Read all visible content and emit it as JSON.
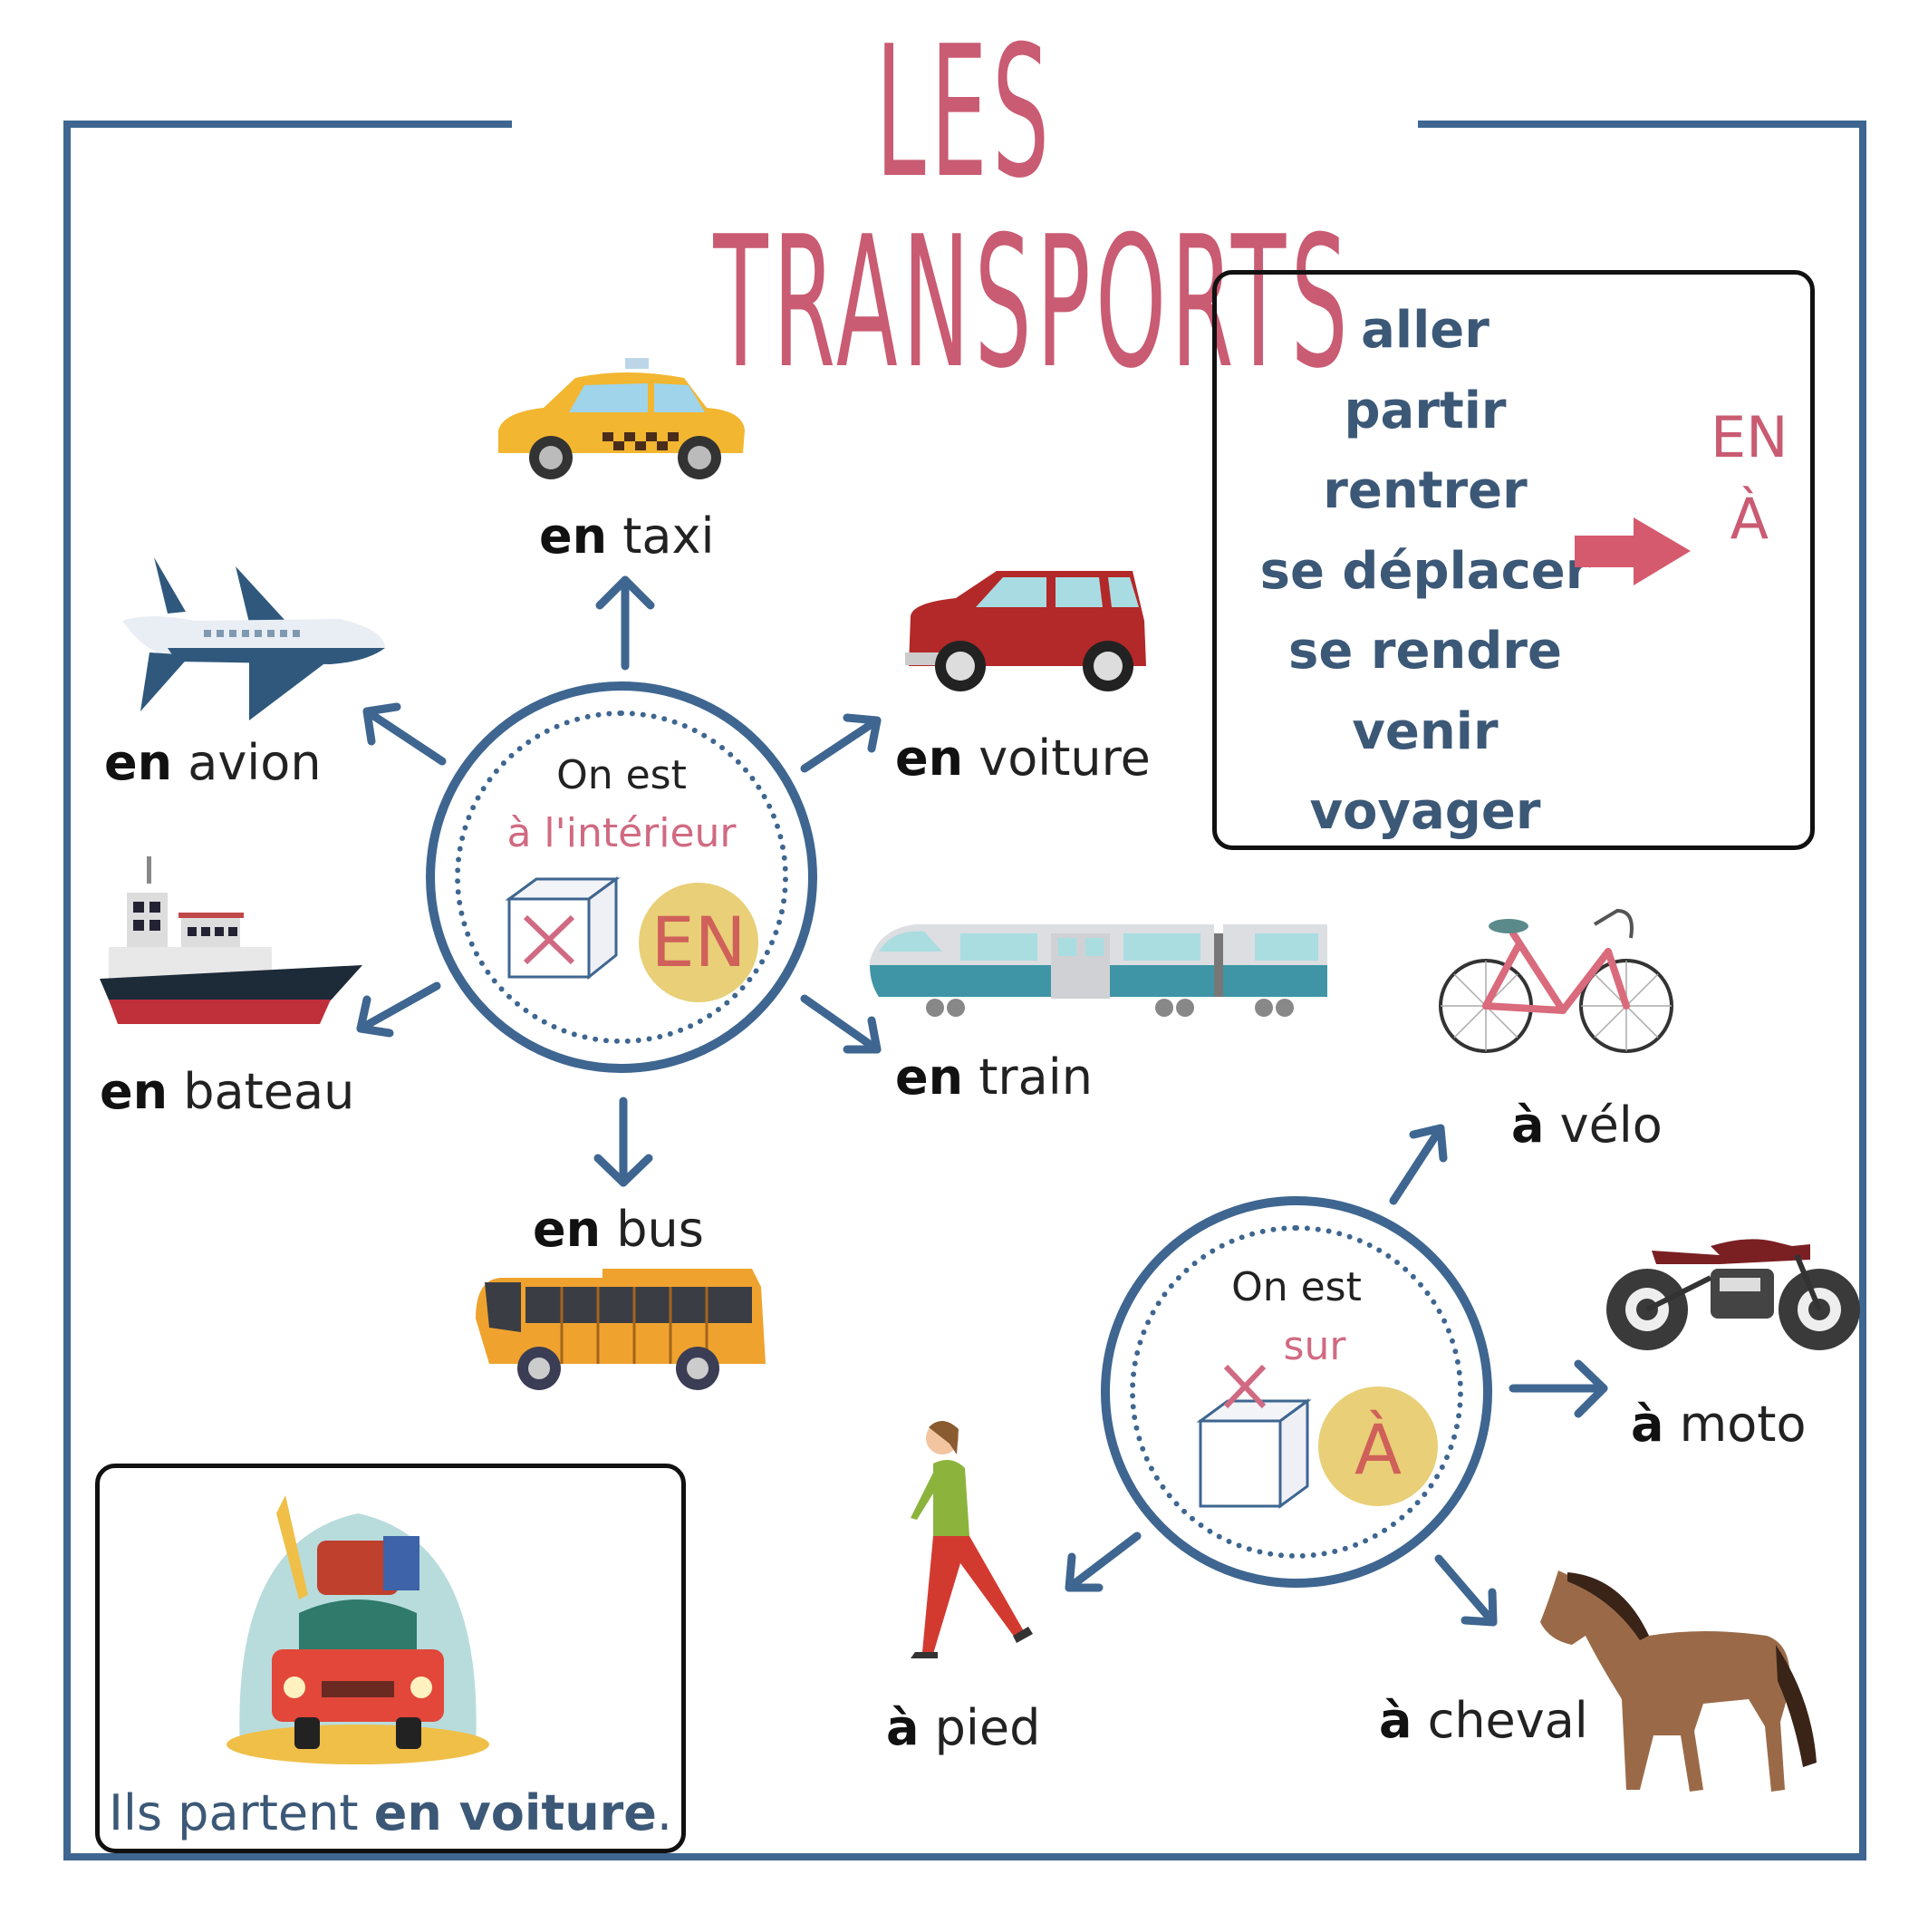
{
  "title": "LES TRANSPORTS",
  "colors": {
    "frame": "#3e6690",
    "title": "#c95b72",
    "accent_pink": "#d06a82",
    "badge_yellow": "#e8cf78",
    "verb_text": "#3c5877"
  },
  "en_hub": {
    "line1": "On est",
    "line2": "à l'intérieur",
    "badge": "EN",
    "icon": "box-crossed-inside-icon"
  },
  "a_hub": {
    "line1": "On est",
    "line2": "sur",
    "badge": "À",
    "icon": "box-crossed-on-top-icon"
  },
  "en_transports": [
    {
      "prep": "en",
      "noun": "taxi",
      "icon": "taxi-icon"
    },
    {
      "prep": "en",
      "noun": "avion",
      "icon": "airplane-icon"
    },
    {
      "prep": "en",
      "noun": "voiture",
      "icon": "car-icon"
    },
    {
      "prep": "en",
      "noun": "bateau",
      "icon": "ship-icon"
    },
    {
      "prep": "en",
      "noun": "train",
      "icon": "train-icon"
    },
    {
      "prep": "en",
      "noun": "bus",
      "icon": "bus-icon"
    }
  ],
  "a_transports": [
    {
      "prep": "à",
      "noun": "vélo",
      "icon": "bicycle-icon"
    },
    {
      "prep": "à",
      "noun": "moto",
      "icon": "motorcycle-icon"
    },
    {
      "prep": "à",
      "noun": "pied",
      "icon": "walking-woman-icon"
    },
    {
      "prep": "à",
      "noun": "cheval",
      "icon": "horse-icon"
    }
  ],
  "verbs_box": {
    "verbs": [
      "aller",
      "partir",
      "rentrer",
      "se déplacer",
      "se rendre",
      "venir",
      "voyager"
    ],
    "arrow": "right-arrow-icon",
    "prepositions": [
      "EN",
      "À"
    ]
  },
  "example": {
    "prefix": "Ils partent ",
    "highlight": "en voiture",
    "suffix": ".",
    "icon": "loaded-car-illustration"
  }
}
